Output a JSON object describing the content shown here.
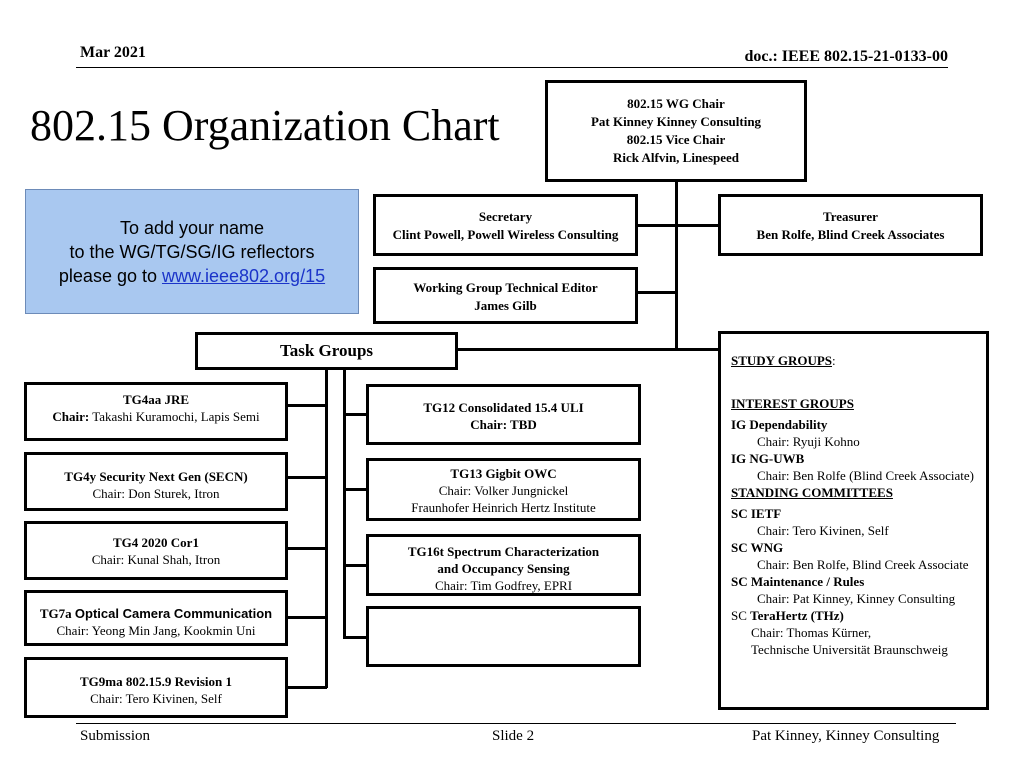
{
  "header": {
    "date": "Mar 2021",
    "doc": "doc.: IEEE 802.15-21-0133-00"
  },
  "title": "802.15 Organization Chart",
  "info": {
    "line1": "To add your name",
    "line2": "to the WG/TG/SG/IG reflectors",
    "line3_prefix": "please go to ",
    "link": "www.ieee802.org/15"
  },
  "chair": {
    "l1": "802.15 WG Chair",
    "l2": "Pat Kinney Kinney Consulting",
    "l3": "802.15 Vice Chair",
    "l4": "Rick Alfvin, Linespeed"
  },
  "secretary": {
    "title": "Secretary",
    "name": "Clint Powell, Powell Wireless Consulting"
  },
  "treasurer": {
    "title": "Treasurer",
    "name": "Ben Rolfe, Blind Creek Associates"
  },
  "editor": {
    "title": "Working Group Technical Editor",
    "name": "James Gilb"
  },
  "task_groups_label": "Task Groups",
  "left_tgs": [
    {
      "title": "TG4aa JRE",
      "chair_label": "Chair:",
      "chair": " Takashi  Kuramochi, Lapis Semi"
    },
    {
      "title": "TG4y Security Next Gen (SECN)",
      "chair": "Chair: Don Sturek, Itron"
    },
    {
      "title": "TG4 2020 Cor1",
      "chair": "Chair: Kunal Shah, Itron"
    },
    {
      "title_prefix": "TG7a ",
      "title_rest": "Optical Camera Communication",
      "chair": "Chair: Yeong Min Jang, Kookmin Uni"
    },
    {
      "title": "TG9ma 802.15.9 Revision 1",
      "chair": "Chair: Tero Kivinen, Self"
    }
  ],
  "mid_tgs": [
    {
      "title": "TG12 Consolidated  15.4 ULI",
      "chair": "Chair: TBD"
    },
    {
      "title": "TG13 Gigbit OWC",
      "chair": "Chair: Volker Jungnickel",
      "org": "Fraunhofer Heinrich Hertz Institute"
    },
    {
      "title": "TG16t Spectrum Characterization",
      "title2": "and Occupancy Sensing",
      "chair": "Chair: Tim Godfrey, EPRI"
    }
  ],
  "groups_panel": {
    "study_groups": "STUDY GROUPS",
    "study_suffix": ":",
    "interest_groups": "INTEREST GROUPS",
    "ig1": "IG Dependability",
    "ig1_chair": "Chair: Ryuji Kohno",
    "ig2": "IG NG-UWB",
    "ig2_chair": "Chair: Ben Rolfe (Blind Creek Associate)",
    "standing": "STANDING COMMITTEES",
    "sc1": "SC IETF",
    "sc1_chair": "Chair: Tero Kivinen, Self",
    "sc2": "SC WNG",
    "sc2_chair": "Chair: Ben Rolfe, Blind Creek Associate",
    "sc3": "SC Maintenance / Rules",
    "sc3_chair": "Chair: Pat Kinney, Kinney Consulting",
    "sc4_prefix": "SC ",
    "sc4": "TeraHertz (THz)",
    "sc4_chair": "Chair: Thomas Kürner,",
    "sc4_org": "Technische Universität Braunschweig"
  },
  "footer": {
    "left": "Submission",
    "center": "Slide 2",
    "right": "Pat Kinney, Kinney Consulting"
  }
}
